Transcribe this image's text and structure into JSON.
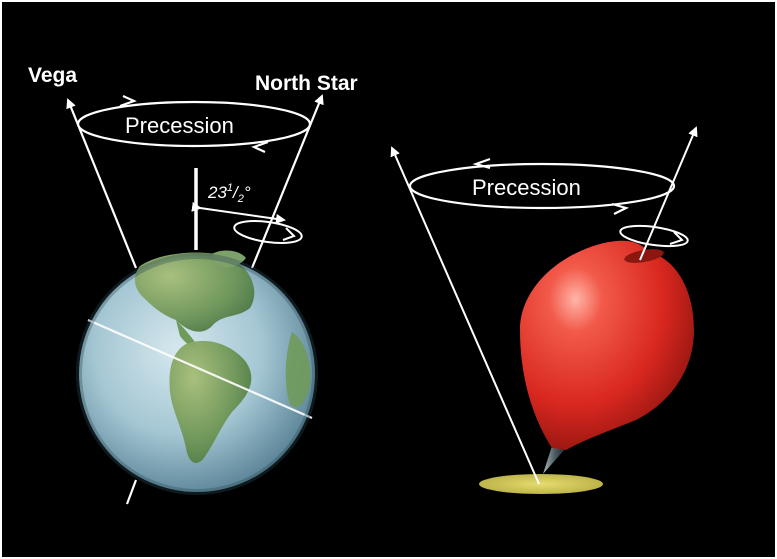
{
  "diagram": {
    "left_panel": {
      "star_left": "Vega",
      "star_right": "North Star",
      "motion_label": "Precession",
      "tilt_angle": {
        "whole": "23",
        "frac_num": "1",
        "frac_slash": "/",
        "frac_den": "2",
        "unit": "°"
      }
    },
    "right_panel": {
      "motion_label": "Precession"
    },
    "colors": {
      "background": "#000000",
      "lines": "#ffffff",
      "top_body": "#e0302a",
      "shadow": "#d8cf60",
      "ocean": "#9fc4d4",
      "land": "#6f9a5a"
    }
  }
}
